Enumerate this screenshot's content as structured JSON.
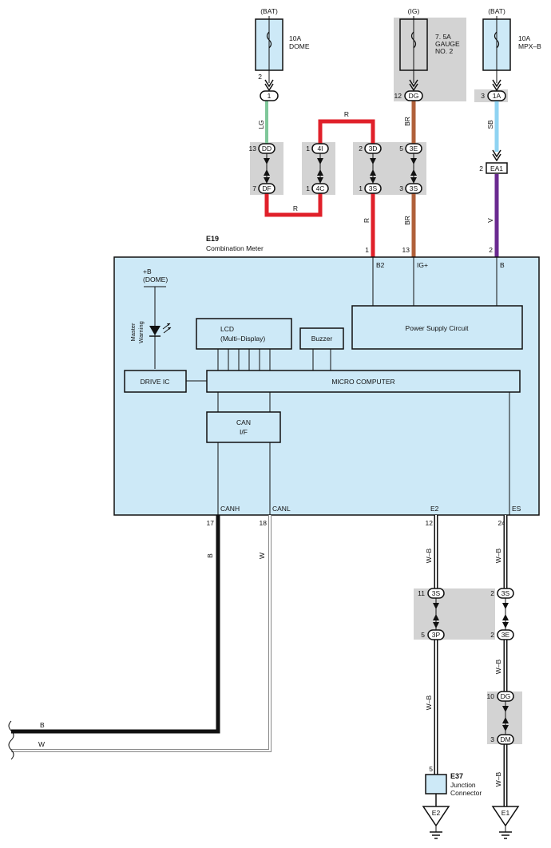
{
  "diagram": {
    "fuses": [
      {
        "source": "(BAT)",
        "rating": "10A",
        "name": "DOME",
        "name2": "",
        "pin": "2",
        "conn": "1"
      },
      {
        "source": "(IG)",
        "rating": "7. 5A",
        "name": "GAUGE",
        "name2": "NO. 2",
        "pin": "12",
        "conn": "DG"
      },
      {
        "source": "(BAT)",
        "rating": "10A",
        "name": "MPX–B",
        "name2": "",
        "pin": "3",
        "conn": "1A"
      }
    ],
    "wire_colors": {
      "lg": "LG",
      "r": "R",
      "br": "BR",
      "sb": "SB",
      "v": "V",
      "b": "B",
      "w": "W",
      "wb": "W–B"
    },
    "conn_pins": {
      "dd": {
        "pin": "13",
        "code": "DD"
      },
      "df": {
        "pin": "7",
        "code": "DF"
      },
      "4i": {
        "pin": "1",
        "code": "4I"
      },
      "4c": {
        "pin": "1",
        "code": "4C"
      },
      "3d": {
        "pin": "2",
        "code": "3D"
      },
      "3s_r": {
        "pin": "1",
        "code": "3S"
      },
      "3e_br": {
        "pin": "5",
        "code": "3E"
      },
      "3s_br": {
        "pin": "3",
        "code": "3S"
      },
      "ea1": {
        "pin": "2",
        "code": "EA1"
      },
      "3s_e2": {
        "pin": "11",
        "code": "3S"
      },
      "3p_e2": {
        "pin": "5",
        "code": "3P"
      },
      "3s_es": {
        "pin": "2",
        "code": "3S"
      },
      "3e_es": {
        "pin": "2",
        "code": "3E"
      },
      "dg_es": {
        "pin": "10",
        "code": "DG"
      },
      "dm_es": {
        "pin": "3",
        "code": "DM"
      }
    },
    "meter": {
      "id": "E19",
      "title": "Combination Meter",
      "top_pins": [
        "1",
        "13",
        "2"
      ],
      "top_terms": [
        "B2",
        "IG+",
        "B"
      ],
      "bottom_terms": [
        "CANH",
        "CANL",
        "E2",
        "ES"
      ],
      "bottom_pins": [
        "17",
        "18",
        "12",
        "24"
      ],
      "dome_label": "+B",
      "dome_label2": "(DOME)",
      "warn_label": "Master",
      "warn_label2": "Warning",
      "blocks": {
        "lcd": "LCD",
        "lcd2": "(Multi–Display)",
        "buzzer": "Buzzer",
        "psc": "Power Supply Circuit",
        "drive": "DRIVE IC",
        "micro": "MICRO COMPUTER",
        "can": "CAN",
        "can2": "I/F"
      }
    },
    "junction": {
      "id": "E37",
      "name": "Junction",
      "name2": "Connector",
      "pin": "5"
    },
    "grounds": [
      "E2",
      "E1"
    ]
  }
}
